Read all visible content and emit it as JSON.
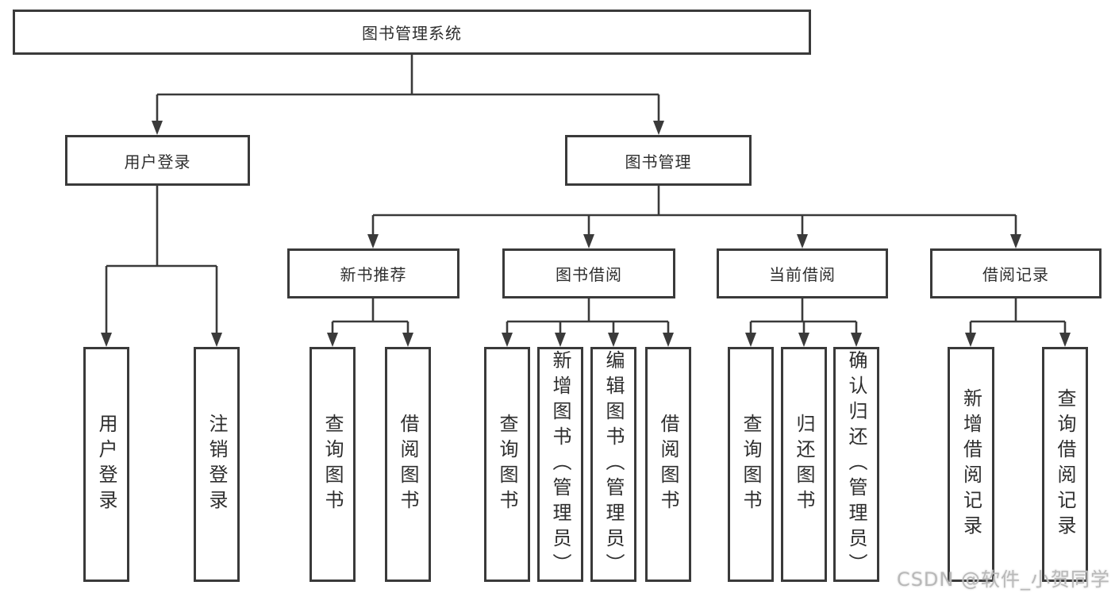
{
  "colors": {
    "line": "#3a3a3a",
    "box_border": "#3a3a3a",
    "text": "#2e2e2e",
    "background": "#ffffff",
    "watermark": "#b2b2b2"
  },
  "nodes": {
    "root": "图书管理系统",
    "user_login": "用户登录",
    "book_mgmt": "图书管理",
    "new_book_rec": "新书推荐",
    "book_borrow": "图书借阅",
    "current_borrow": "当前借阅",
    "borrow_records": "借阅记录",
    "ul_login": "用户登录",
    "ul_logout": "注销登录",
    "nb_query": "查询图书",
    "nb_borrow": "借阅图书",
    "bb_query": "查询图书",
    "bb_add": "新增图书（管理员）",
    "bb_edit": "编辑图书（管理员）",
    "bb_borrow": "借阅图书",
    "cb_query": "查询图书",
    "cb_return": "归还图书",
    "cb_confirm": "确认归还（管理员）",
    "br_add": "新增借阅记录",
    "br_query": "查询借阅记录"
  },
  "hierarchy": {
    "图书管理系统": {
      "用户登录": [
        "用户登录",
        "注销登录"
      ],
      "图书管理": {
        "新书推荐": [
          "查询图书",
          "借阅图书"
        ],
        "图书借阅": [
          "查询图书",
          "新增图书（管理员）",
          "编辑图书（管理员）",
          "借阅图书"
        ],
        "当前借阅": [
          "查询图书",
          "归还图书",
          "确认归还（管理员）"
        ],
        "借阅记录": [
          "新增借阅记录",
          "查询借阅记录"
        ]
      }
    }
  },
  "watermark": {
    "text": "CSDN @软件_小贺同学"
  }
}
